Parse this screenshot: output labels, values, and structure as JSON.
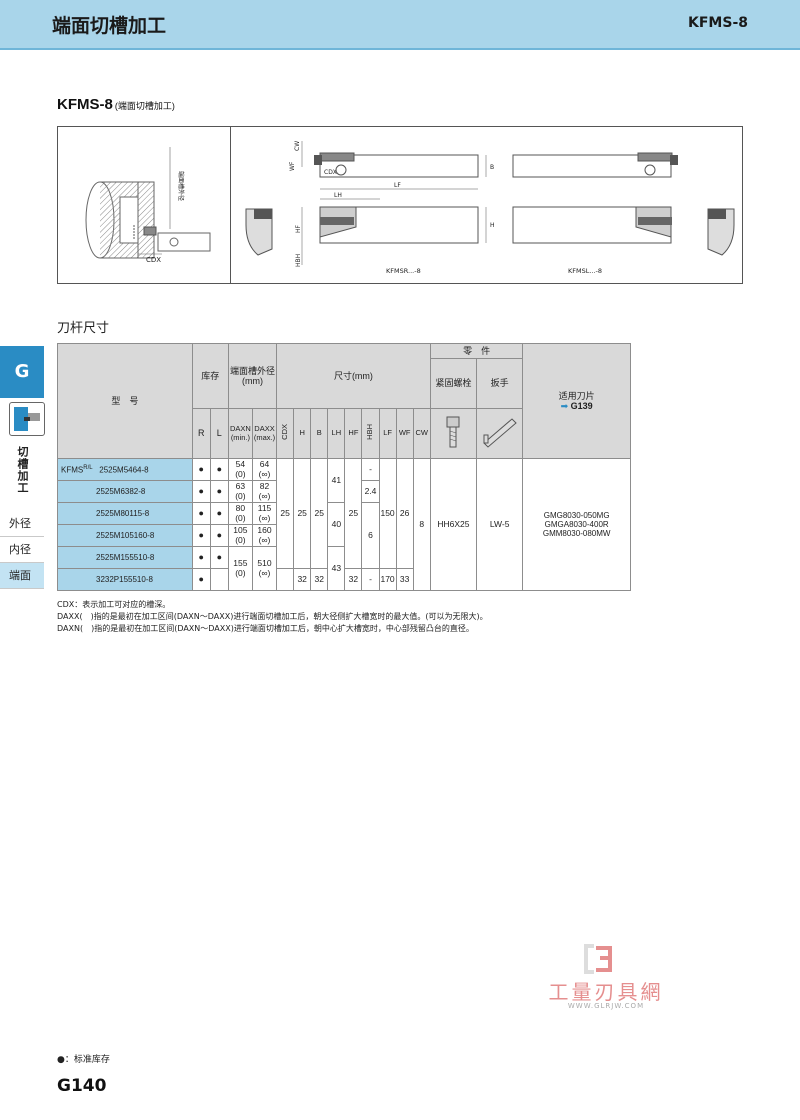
{
  "header": {
    "title": "端面切槽加工",
    "code": "KFMS-8"
  },
  "product": {
    "name": "KFMS-8",
    "subtitle": "(端面切槽加工)"
  },
  "drawing": {
    "left_labels": {
      "groove_dia": "端面槽外径",
      "cdx": "CDX"
    },
    "right_labels": {
      "cw": "CW",
      "wf": "WF",
      "cdx": "CDX",
      "b": "B",
      "lh": "LH",
      "lf": "LF",
      "hf": "HF",
      "h": "H",
      "hbh": "HBH",
      "right_variant": "KFMSR...-8",
      "left_variant": "KFMSL...-8"
    }
  },
  "section": {
    "title": "刀杆尺寸"
  },
  "sidebar": {
    "tab_letter": "G",
    "category": "切槽加工",
    "nav": [
      {
        "label": "外径",
        "active": false
      },
      {
        "label": "内径",
        "active": false
      },
      {
        "label": "端面",
        "active": true
      }
    ]
  },
  "table": {
    "headers": {
      "model": "型　号",
      "stock": "库存",
      "groove_dia": "端面槽外径(mm)",
      "dims": "尺寸(mm)",
      "parts": "零　件",
      "screw": "紧固螺栓",
      "wrench": "扳手",
      "insert": "适用刀片",
      "insert_ref": "G139",
      "r": "R",
      "l": "L",
      "daxn": "DAXN",
      "daxn_sub": "(min.)",
      "daxx": "DAXX",
      "daxx_sub": "(max.)",
      "cdx": "CDX",
      "h": "H",
      "b": "B",
      "lh": "LH",
      "hf": "HF",
      "hbh": "HBH",
      "lf": "LF",
      "wf": "WF",
      "cw": "CW"
    },
    "prefix": "KFMS",
    "prefix_sup": "R/L",
    "rows": [
      {
        "model": "2525M5464-8",
        "r": "●",
        "l": "●",
        "daxn": "54",
        "daxn_sub": "(0)",
        "daxx": "64",
        "daxx_sub": "(∞)"
      },
      {
        "model": "2525M6382-8",
        "r": "●",
        "l": "●",
        "daxn": "63",
        "daxn_sub": "(0)",
        "daxx": "82",
        "daxx_sub": "(∞)"
      },
      {
        "model": "2525M80115-8",
        "r": "●",
        "l": "●",
        "daxn": "80",
        "daxn_sub": "(0)",
        "daxx": "115",
        "daxx_sub": "(∞)"
      },
      {
        "model": "2525M105160-8",
        "r": "●",
        "l": "●",
        "daxn": "105",
        "daxn_sub": "(0)",
        "daxx": "160",
        "daxx_sub": "(∞)"
      },
      {
        "model": "2525M155510-8",
        "r": "●",
        "l": "●",
        "daxn": "155",
        "daxn_sub": "(0)",
        "daxx": "510",
        "daxx_sub": "(∞)"
      },
      {
        "model": "3232P155510-8",
        "r": "●",
        "l": "",
        "daxn": "",
        "daxn_sub": "",
        "daxx": "",
        "daxx_sub": ""
      }
    ],
    "merged": {
      "cdx": "25",
      "h_a": "25",
      "b_a": "25",
      "h_b": "32",
      "b_b": "32",
      "lh_a": "41",
      "lh_b": "40",
      "lh_c": "43",
      "hf_a": "25",
      "hf_b": "32",
      "hbh_a": "-",
      "hbh_b": "2.4",
      "hbh_c": "6",
      "hbh_d": "-",
      "lf_a": "150",
      "lf_b": "170",
      "wf_a": "26",
      "wf_b": "33",
      "cw": "8",
      "screw": "HH6X25",
      "wrench": "LW-5",
      "inserts": [
        "GMG8030-050MG",
        "GMGA8030-400R",
        "GMM8030-080MW"
      ]
    }
  },
  "notes": [
    "CDX：表示加工可对应的槽深。",
    "DAXX(　)指的是最初在加工区间(DAXN～DAXX)进行端面切槽加工后，朝大径侧扩大槽宽时的最大值。(可以为无限大)。",
    "DAXN(　)指的是最初在加工区间(DAXN～DAXX)进行端面切槽加工后，朝中心扩大槽宽时，中心部残留凸台的直径。"
  ],
  "watermark": {
    "name": "工量刃具網",
    "url": "WWW.GLRJW.COM"
  },
  "legend": "●：标准库存",
  "page": "G140"
}
